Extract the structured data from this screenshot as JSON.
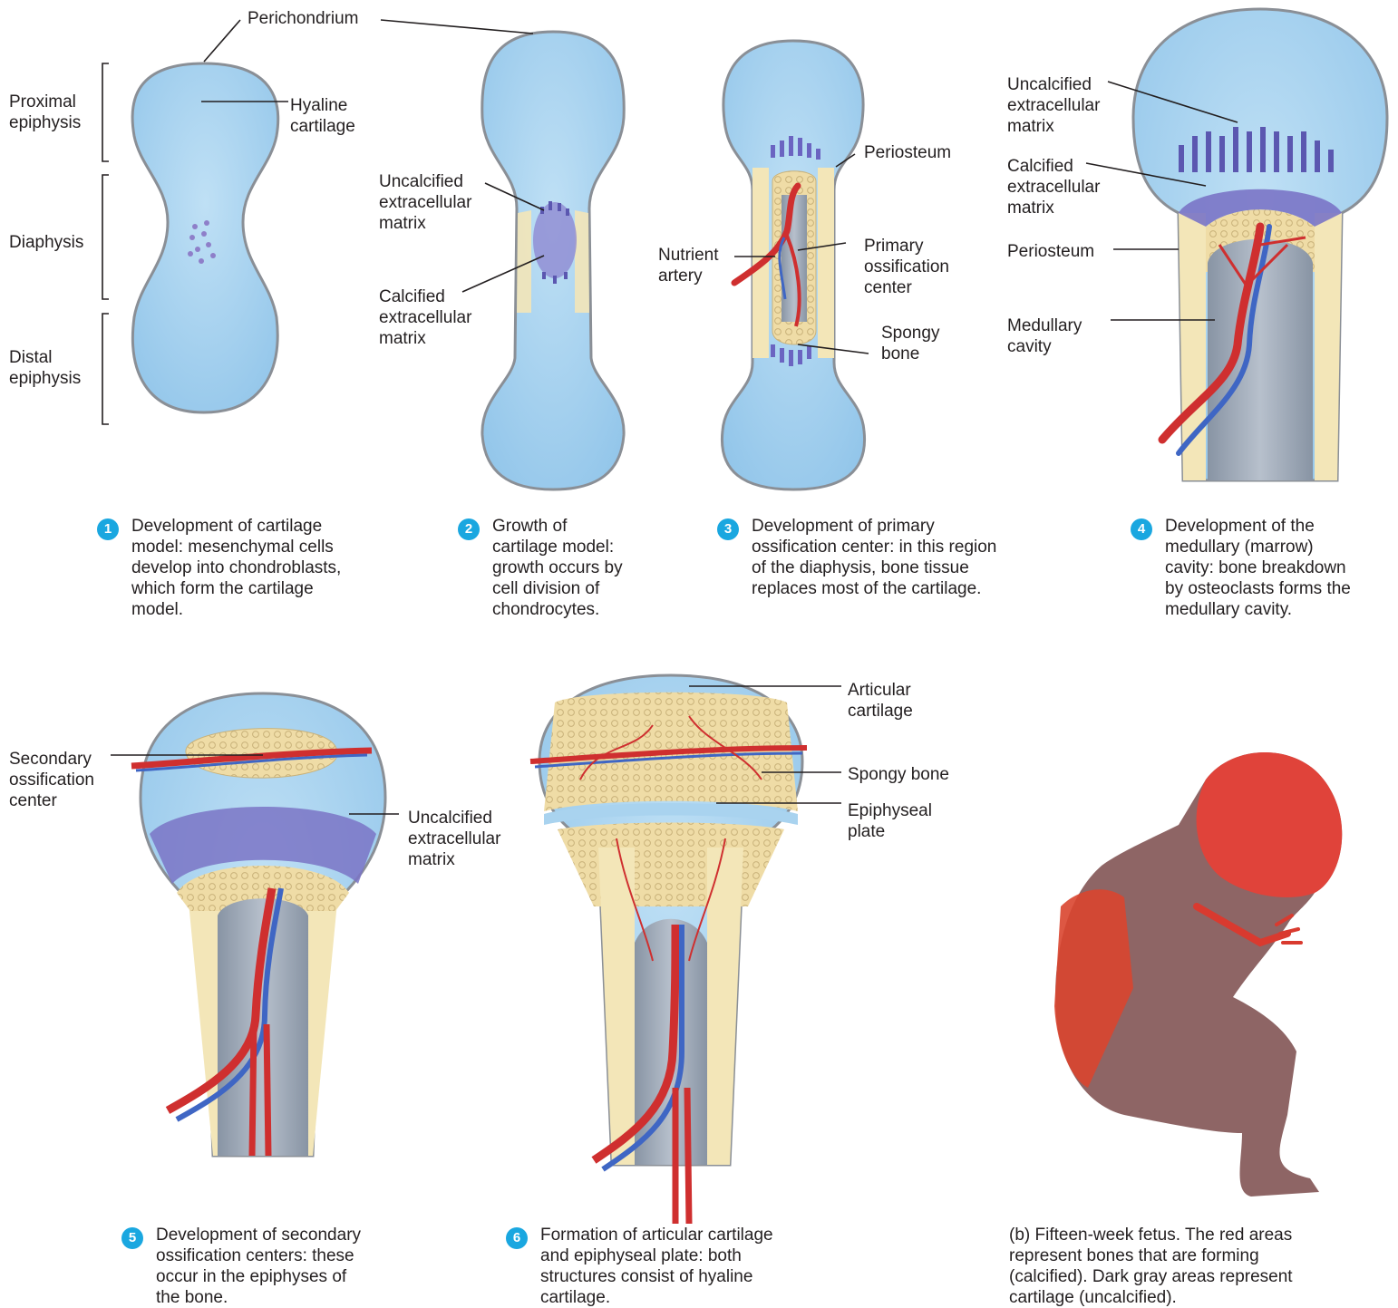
{
  "labels": {
    "perichondrium": "Perichondrium",
    "proximal_epiphysis": "Proximal\nepiphysis",
    "diaphysis": "Diaphysis",
    "distal_epiphysis": "Distal\nepiphysis",
    "hyaline_cartilage": "Hyaline\ncartilage",
    "uncalcified_ecm_2": "Uncalcified\nextracellular\nmatrix",
    "calcified_ecm_2": "Calcified\nextracellular\nmatrix",
    "periosteum_3": "Periosteum",
    "nutrient_artery": "Nutrient\nartery",
    "primary_ossification_center": "Primary\nossification\ncenter",
    "spongy_bone_3": "Spongy\nbone",
    "uncalcified_ecm_4": "Uncalcified\nextracellular\nmatrix",
    "calcified_ecm_4": "Calcified\nextracellular\nmatrix",
    "periosteum_4": "Periosteum",
    "medullary_cavity": "Medullary\ncavity",
    "secondary_ossification_center": "Secondary\nossification\ncenter",
    "uncalcified_ecm_5": "Uncalcified\nextracellular\nmatrix",
    "articular_cartilage": "Articular\ncartilage",
    "spongy_bone_6": "Spongy bone",
    "epiphyseal_plate": "Epiphyseal\nplate"
  },
  "steps": [
    {
      "num": "1",
      "text": "Development of cartilage\nmodel: mesenchymal cells\ndevelop into chondroblasts,\nwhich form the cartilage\nmodel."
    },
    {
      "num": "2",
      "text": "Growth of\ncartilage model:\ngrowth occurs by\ncell division of\nchondrocytes."
    },
    {
      "num": "3",
      "text": "Development of primary\nossification center: in this region\nof the diaphysis, bone tissue\nreplaces most of the cartilage."
    },
    {
      "num": "4",
      "text": "Development of the\nmedullary (marrow)\ncavity: bone breakdown\nby osteoclasts forms the\nmedullary cavity."
    },
    {
      "num": "5",
      "text": "Development of secondary\nossification centers: these\noccur in the epiphyses of\nthe bone."
    },
    {
      "num": "6",
      "text": "Formation of articular cartilage\nand epiphyseal plate: both\nstructures consist of hyaline\ncartilage."
    }
  ],
  "fetus_caption": "(b) Fifteen-week fetus. The red areas\n      represent bones that are forming\n      (calcified). Dark gray areas represent\n      cartilage (uncalcified).",
  "colors": {
    "cartilage": "#a9d3ef",
    "bone": "#f3e6b8",
    "spongy": "#ead9a2",
    "calcified": "#7a74c6",
    "cavity": "#9aa6b4",
    "artery": "#cf2f2f",
    "vein": "#3f66c4",
    "badge": "#1aa7e0"
  }
}
